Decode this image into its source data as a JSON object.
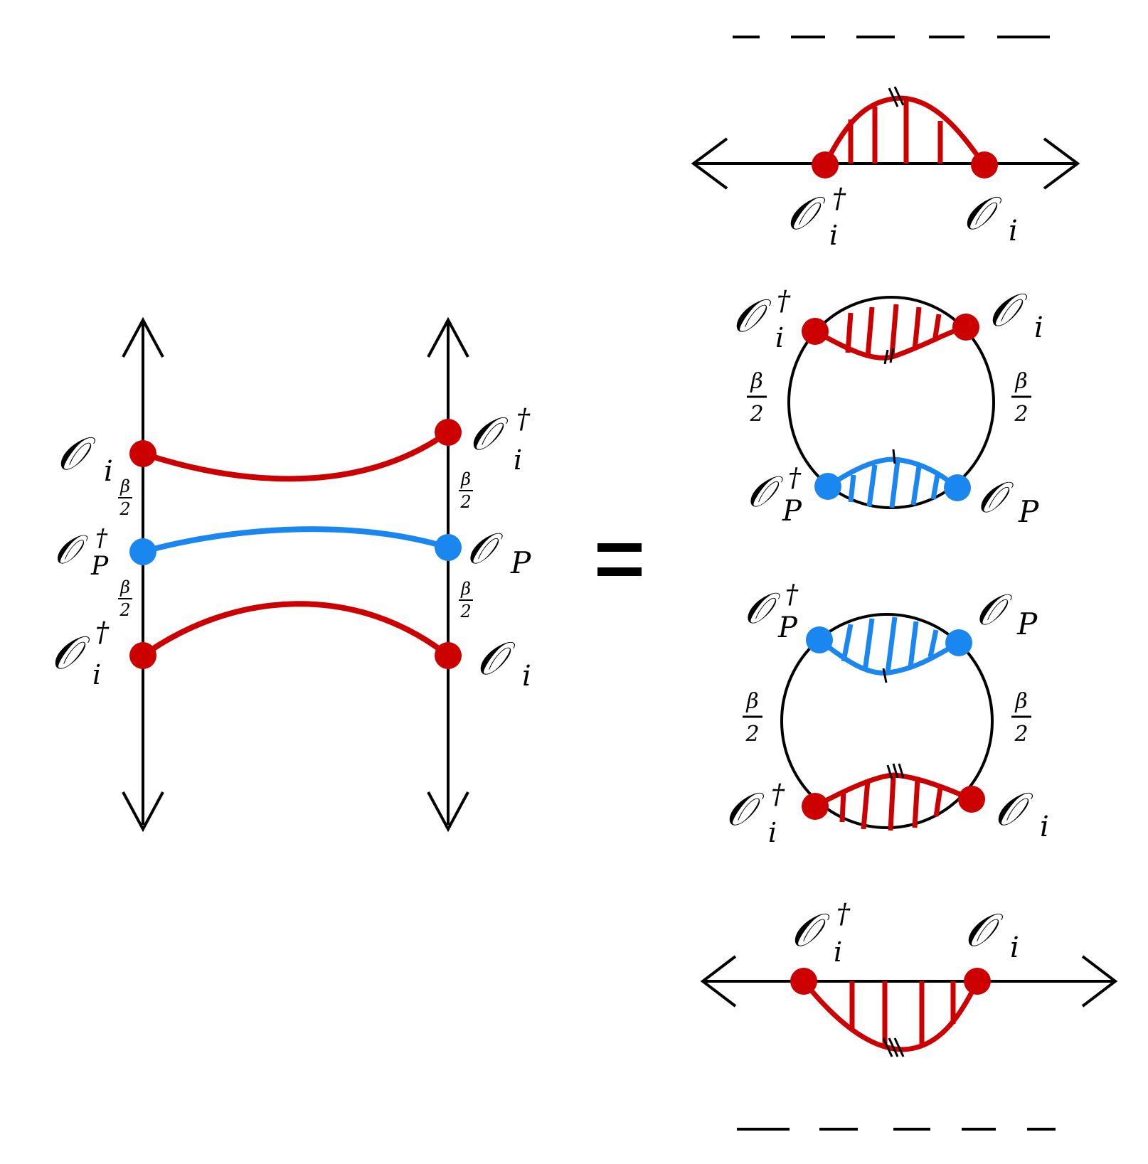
{
  "colors": {
    "red": "#cc0000",
    "blue": "#1a86f0",
    "black": "#000000"
  },
  "symbols": {
    "O": "𝒪",
    "dagger": "†",
    "i": "i",
    "P": "P",
    "beta": "β",
    "two": "2",
    "equals": "="
  },
  "left_diagram": {
    "left_points": [
      "O_i",
      "O_P^†",
      "O_i^†"
    ],
    "right_points": [
      "O_i^†",
      "O_P",
      "O_i"
    ],
    "separators": [
      "β/2",
      "β/2"
    ]
  },
  "right_panels": [
    {
      "kind": "line-top",
      "labels": [
        "O_i^†",
        "O_i"
      ]
    },
    {
      "kind": "circle",
      "top_pair": [
        "O_i^†",
        "O_i"
      ],
      "bottom_pair": [
        "O_P^†",
        "O_P"
      ],
      "side": "β/2"
    },
    {
      "kind": "circle",
      "top_pair": [
        "O_P^†",
        "O_P"
      ],
      "bottom_pair": [
        "O_i^†",
        "O_i"
      ],
      "side": "β/2"
    },
    {
      "kind": "line-bottom",
      "labels": [
        "O_i^†",
        "O_i"
      ]
    }
  ]
}
